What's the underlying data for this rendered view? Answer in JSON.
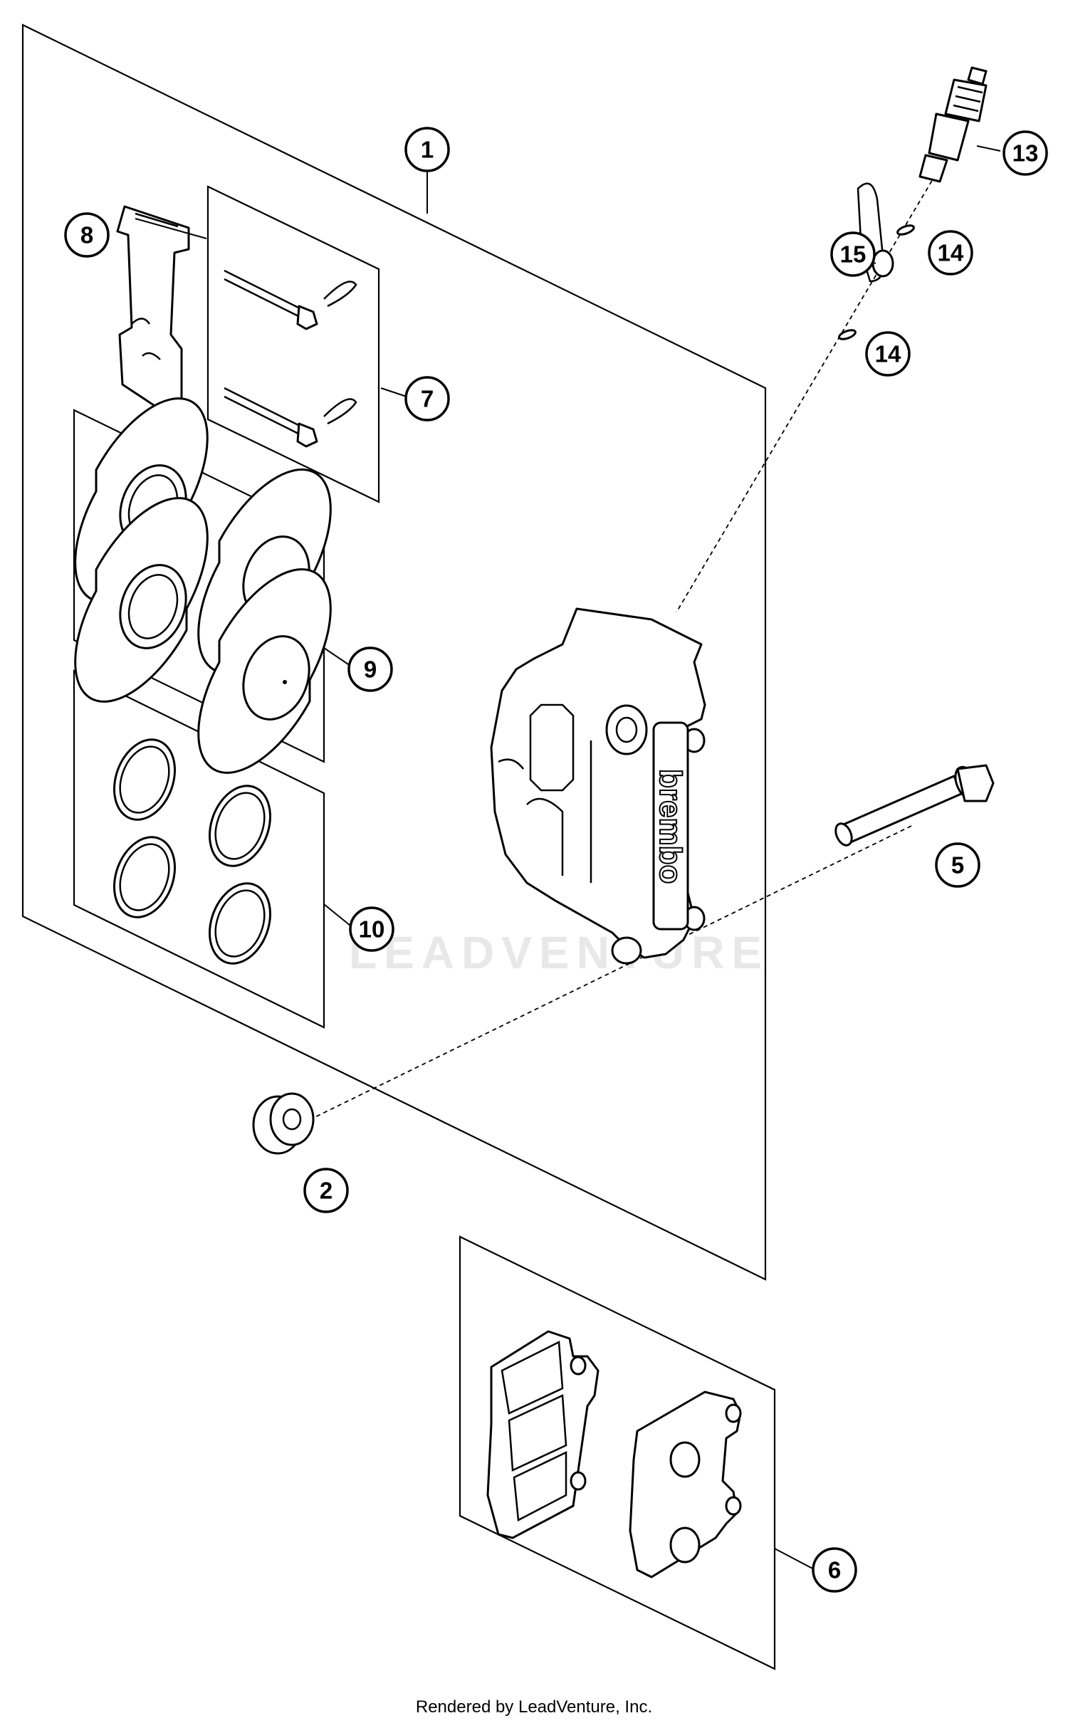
{
  "callouts": {
    "c1": "1",
    "c2": "2",
    "c5": "5",
    "c6": "6",
    "c7": "7",
    "c8": "8",
    "c9": "9",
    "c10": "10",
    "c13": "13",
    "c14a": "14",
    "c14b": "14",
    "c15": "15"
  },
  "caliper_brand": "brembo",
  "watermark": "LEADVENTURE",
  "footer": "Rendered by LeadVenture, Inc."
}
